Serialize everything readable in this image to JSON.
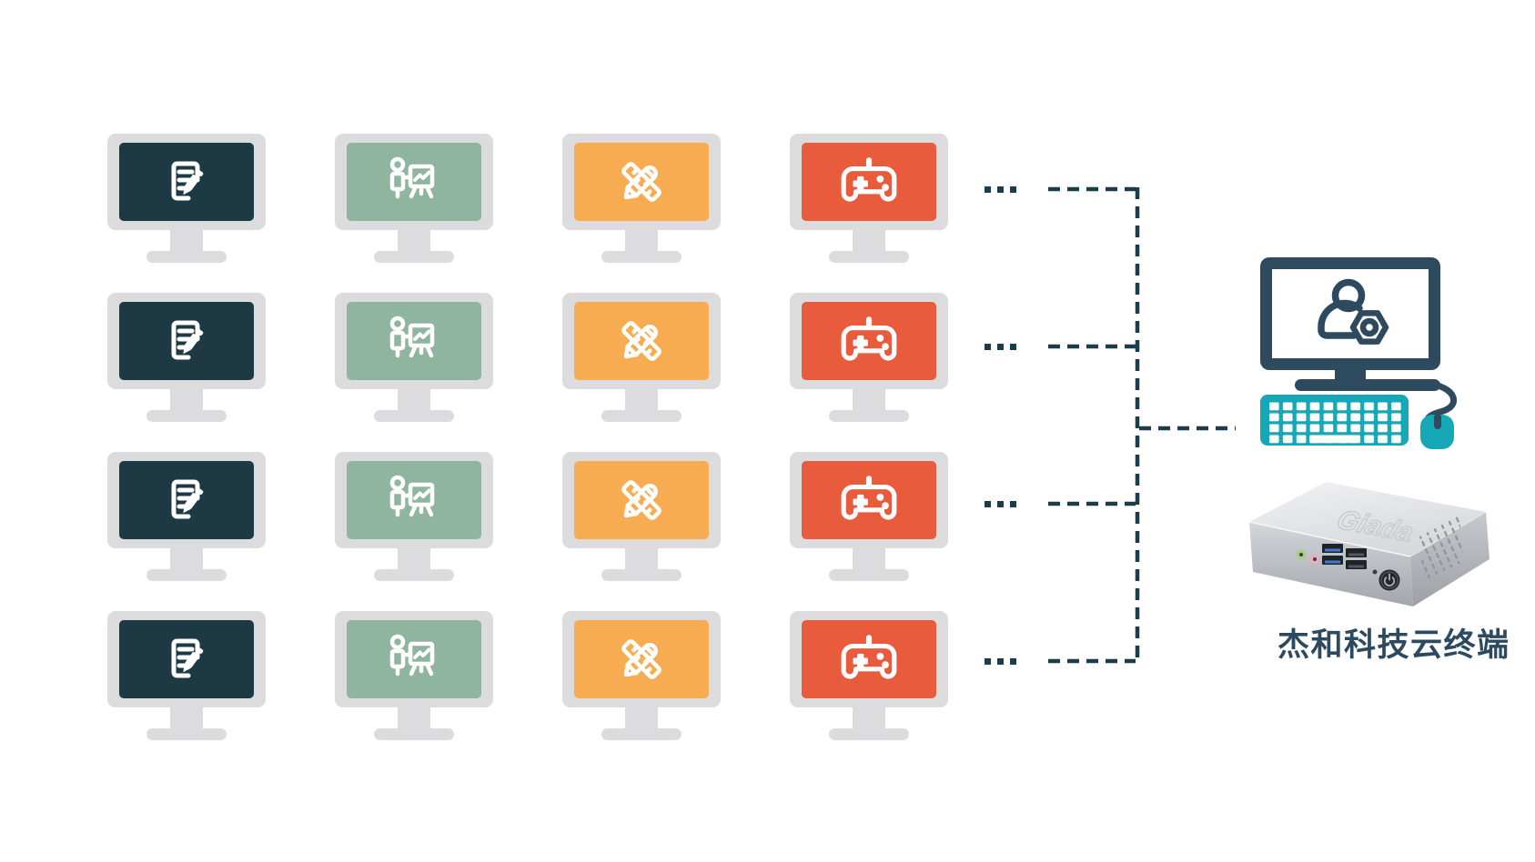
{
  "diagram": {
    "background": "#FFFFFF",
    "client_grid": {
      "rows": 4,
      "ellipsis": "...",
      "monitor_frame_color": "#DCDCDE",
      "columns": [
        {
          "id": "document",
          "name": "monitor-document",
          "icon": "document-edit-icon",
          "screen_color": "#1C3944"
        },
        {
          "id": "presentation",
          "name": "monitor-presentation",
          "icon": "presentation-chart-icon",
          "screen_color": "#8FB5A1"
        },
        {
          "id": "design",
          "name": "monitor-design",
          "icon": "ruler-pencil-icon",
          "screen_color": "#F8AC52"
        },
        {
          "id": "gaming",
          "name": "monitor-gaming",
          "icon": "gamepad-icon",
          "screen_color": "#E85B3C"
        }
      ]
    },
    "connectors": {
      "style": "dashed",
      "color": "#1D3C49"
    },
    "terminal": {
      "label": "杰和科技云终端",
      "label_color": "#2C4A5F",
      "admin_monitor_icon": "user-gear-icon",
      "monitor_color": "#2E4A5F",
      "keyboard_color": "#17A8B7",
      "mouse_color": "#17A8B7",
      "device": "mini-pc",
      "device_logo": "Giada"
    }
  }
}
